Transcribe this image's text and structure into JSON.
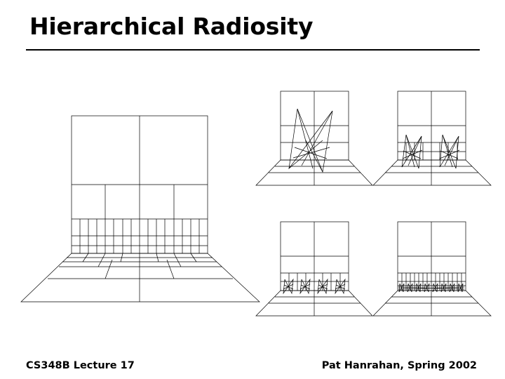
{
  "slide": {
    "title": "Hierarchical Radiosity",
    "footer_left": "CS348B Lecture 17",
    "footer_right": "Pat Hanrahan, Spring 2002"
  },
  "figure": {
    "main_view": "subdivided-wall-and-floor",
    "thumbnails": [
      {
        "id": "level-1-links",
        "pattern": "single-link-fan"
      },
      {
        "id": "level-2-links",
        "pattern": "two-link-fans"
      },
      {
        "id": "level-3-links",
        "pattern": "four-link-fans"
      },
      {
        "id": "level-4-links",
        "pattern": "eight-link-fans"
      }
    ]
  }
}
